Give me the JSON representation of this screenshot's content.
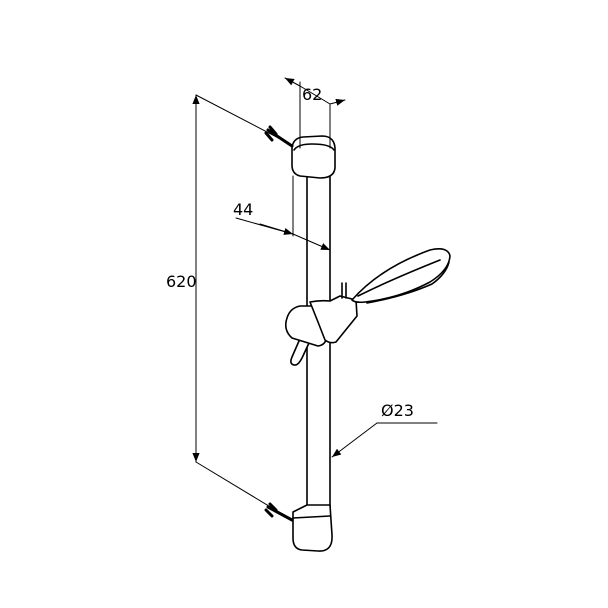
{
  "dimensions": {
    "depth_total": "62",
    "depth_rail": "44",
    "height": "620",
    "diameter": "Ø23"
  },
  "colors": {
    "line": "#000000",
    "background": "#ffffff"
  }
}
